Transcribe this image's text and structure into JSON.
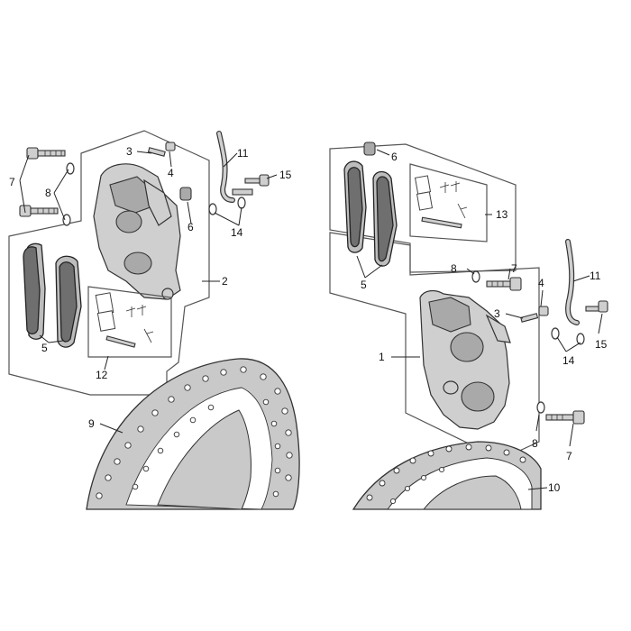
{
  "callouts": {
    "c1": "1",
    "c2": "2",
    "c3L": "3",
    "c3R": "3",
    "c4L": "4",
    "c4R": "4",
    "c5L": "5",
    "c5R": "5",
    "c6L": "6",
    "c6R": "6",
    "c7L": "7",
    "c7Ra": "7",
    "c7Rb": "7",
    "c8L": "8",
    "c8Ra": "8",
    "c8Rb": "8",
    "c9": "9",
    "c10": "10",
    "c11L": "11",
    "c11R": "11",
    "c12": "12",
    "c13": "13",
    "c14L": "14",
    "c14R": "14",
    "c15L": "15",
    "c15R": "15"
  },
  "colors": {
    "metal": "#cfcfcf",
    "pad_friction": "#6f6f6f",
    "outline": "#555555",
    "background": "#ffffff"
  }
}
